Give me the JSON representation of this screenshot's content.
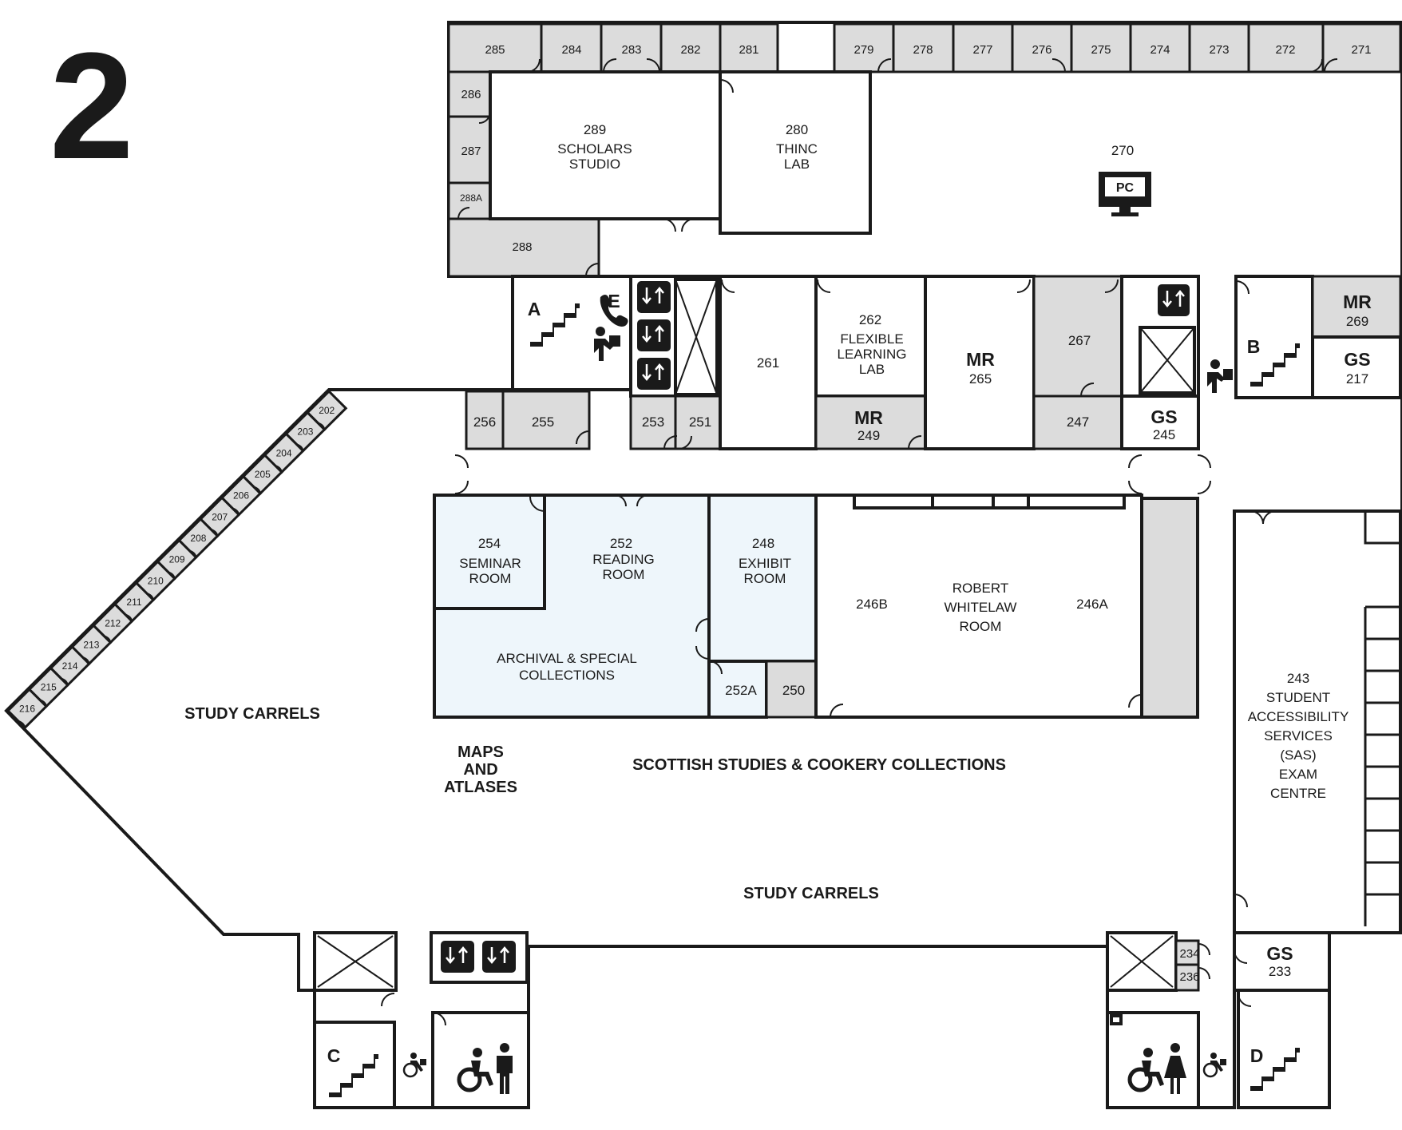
{
  "floor_number": "2",
  "areas": {
    "study_carrels_left": "STUDY CARRELS",
    "study_carrels_bottom": "STUDY CARRELS",
    "maps_line1": "MAPS",
    "maps_line2": "AND",
    "maps_line3": "ATLASES",
    "scottish": "SCOTTISH STUDIES & COOKERY COLLECTIONS"
  },
  "top_rooms": [
    "285",
    "284",
    "283",
    "282",
    "281",
    "279",
    "278",
    "277",
    "276",
    "275",
    "274",
    "273",
    "272",
    "271"
  ],
  "left_small_rooms": [
    "286",
    "287",
    "288A",
    "288"
  ],
  "carrel_rooms": [
    "202",
    "203",
    "204",
    "205",
    "206",
    "207",
    "208",
    "209",
    "210",
    "211",
    "212",
    "213",
    "214",
    "215",
    "216"
  ],
  "rooms": {
    "r289": {
      "num": "289",
      "line1": "SCHOLARS",
      "line2": "STUDIO"
    },
    "r280": {
      "num": "280",
      "line1": "THINC",
      "line2": "LAB"
    },
    "r270": {
      "num": "270",
      "icon_label": "PC"
    },
    "r261": {
      "num": "261"
    },
    "r262": {
      "num": "262",
      "line1": "FLEXIBLE",
      "line2": "LEARNING",
      "line3": "LAB"
    },
    "r265": {
      "tag": "MR",
      "num": "265"
    },
    "r267": {
      "num": "267"
    },
    "r269": {
      "tag": "MR",
      "num": "269"
    },
    "r217": {
      "tag": "GS",
      "num": "217"
    },
    "r249": {
      "tag": "MR",
      "num": "249"
    },
    "r247": {
      "num": "247"
    },
    "r245": {
      "tag": "GS",
      "num": "245"
    },
    "r256": {
      "num": "256"
    },
    "r255": {
      "num": "255"
    },
    "r253": {
      "num": "253"
    },
    "r251": {
      "num": "251"
    },
    "r254": {
      "num": "254",
      "line1": "SEMINAR",
      "line2": "ROOM"
    },
    "r252": {
      "num": "252",
      "line1": "READING",
      "line2": "ROOM"
    },
    "r248": {
      "num": "248",
      "line1": "EXHIBIT",
      "line2": "ROOM"
    },
    "archival": {
      "line1": "ARCHIVAL & SPECIAL",
      "line2": "COLLECTIONS"
    },
    "r252A": {
      "num": "252A"
    },
    "r250": {
      "num": "250"
    },
    "r246": {
      "left": "246B",
      "right": "246A",
      "line1": "ROBERT",
      "line2": "WHITELAW",
      "line3": "ROOM"
    },
    "r243": {
      "num": "243",
      "line1": "STUDENT",
      "line2": "ACCESSIBILITY",
      "line3": "SERVICES",
      "line4": "(SAS)",
      "line5": "EXAM",
      "line6": "CENTRE"
    },
    "r234": {
      "num": "234"
    },
    "r236": {
      "num": "236"
    },
    "r233": {
      "tag": "GS",
      "num": "233"
    }
  },
  "stairs": {
    "a": "A",
    "b": "B",
    "c": "C",
    "d": "D"
  },
  "emergency_phone": "E",
  "icons": [
    "elevator-icon",
    "stairs-icon",
    "emergency-phone-icon",
    "water-fountain-icon",
    "accessible-icon",
    "male-washroom-icon",
    "female-washroom-icon",
    "computer-icon"
  ]
}
